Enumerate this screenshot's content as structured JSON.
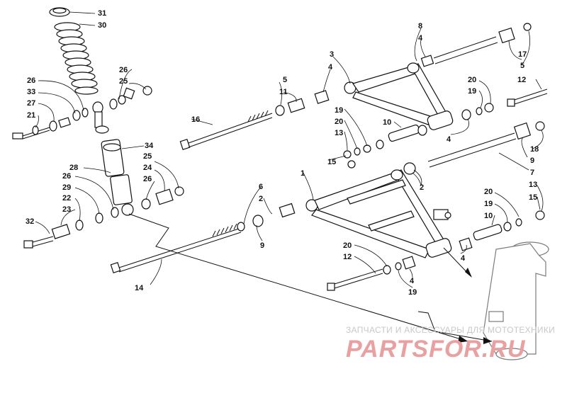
{
  "diagram": {
    "callouts": [
      {
        "id": "c31",
        "text": "31"
      },
      {
        "id": "c30",
        "text": "30"
      },
      {
        "id": "c26a",
        "text": "26"
      },
      {
        "id": "c25a",
        "text": "25"
      },
      {
        "id": "c26b",
        "text": "26"
      },
      {
        "id": "c33",
        "text": "33"
      },
      {
        "id": "c27",
        "text": "27"
      },
      {
        "id": "c21",
        "text": "21"
      },
      {
        "id": "c34",
        "text": "34"
      },
      {
        "id": "c28",
        "text": "28"
      },
      {
        "id": "c26c",
        "text": "26"
      },
      {
        "id": "c29",
        "text": "29"
      },
      {
        "id": "c22",
        "text": "22"
      },
      {
        "id": "c23",
        "text": "23"
      },
      {
        "id": "c25b",
        "text": "25"
      },
      {
        "id": "c24",
        "text": "24"
      },
      {
        "id": "c26d",
        "text": "26"
      },
      {
        "id": "c32",
        "text": "32"
      },
      {
        "id": "c16",
        "text": "16"
      },
      {
        "id": "c5a",
        "text": "5"
      },
      {
        "id": "c11",
        "text": "11"
      },
      {
        "id": "c3",
        "text": "3"
      },
      {
        "id": "c4a",
        "text": "4"
      },
      {
        "id": "c8",
        "text": "8"
      },
      {
        "id": "c4b",
        "text": "4"
      },
      {
        "id": "c17",
        "text": "17"
      },
      {
        "id": "c5b",
        "text": "5"
      },
      {
        "id": "c12a",
        "text": "12"
      },
      {
        "id": "c20a",
        "text": "20"
      },
      {
        "id": "c19a",
        "text": "19"
      },
      {
        "id": "c19b",
        "text": "19"
      },
      {
        "id": "c20b",
        "text": "20"
      },
      {
        "id": "c13a",
        "text": "13"
      },
      {
        "id": "c10a",
        "text": "10"
      },
      {
        "id": "c4c",
        "text": "4"
      },
      {
        "id": "c18",
        "text": "18"
      },
      {
        "id": "c9a",
        "text": "9"
      },
      {
        "id": "c7",
        "text": "7"
      },
      {
        "id": "c15a",
        "text": "15"
      },
      {
        "id": "c1",
        "text": "1"
      },
      {
        "id": "c2a",
        "text": "2"
      },
      {
        "id": "c6",
        "text": "6"
      },
      {
        "id": "c2b",
        "text": "2"
      },
      {
        "id": "c9b",
        "text": "9"
      },
      {
        "id": "c20c",
        "text": "20"
      },
      {
        "id": "c19c",
        "text": "19"
      },
      {
        "id": "c10b",
        "text": "10"
      },
      {
        "id": "c13b",
        "text": "13"
      },
      {
        "id": "c15b",
        "text": "15"
      },
      {
        "id": "c4d",
        "text": "4"
      },
      {
        "id": "c20d",
        "text": "20"
      },
      {
        "id": "c12b",
        "text": "12"
      },
      {
        "id": "c4e",
        "text": "4"
      },
      {
        "id": "c19d",
        "text": "19"
      },
      {
        "id": "c14",
        "text": "14"
      }
    ]
  },
  "watermark": {
    "tagline": "ЗАПЧАСТИ И АКСЕССУАРЫ ДЛЯ МОТОТЕХНИКИ",
    "logo_parts": "PARTS",
    "logo_for": "FOR",
    "logo_domain": ".RU",
    "color_main": "#e8a0a0",
    "color_tagline": "#c8c8c8"
  }
}
